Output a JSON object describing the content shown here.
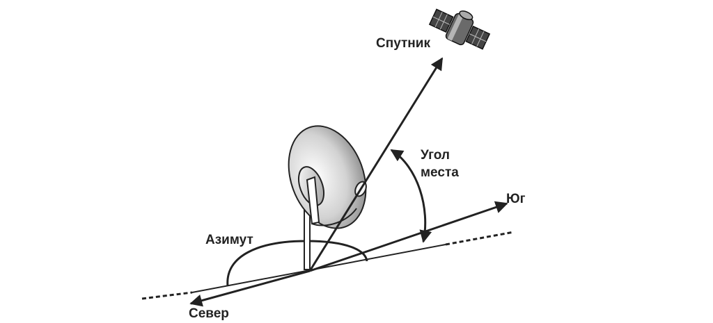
{
  "labels": {
    "satellite": "Спутник",
    "elevation_line1": "Угол",
    "elevation_line2": "места",
    "south": "Юг",
    "azimuth": "Азимут",
    "north": "Север"
  },
  "colors": {
    "ink": "#222222",
    "dish_light": "#f7f7f7",
    "dish_dark": "#8a8a8a"
  }
}
